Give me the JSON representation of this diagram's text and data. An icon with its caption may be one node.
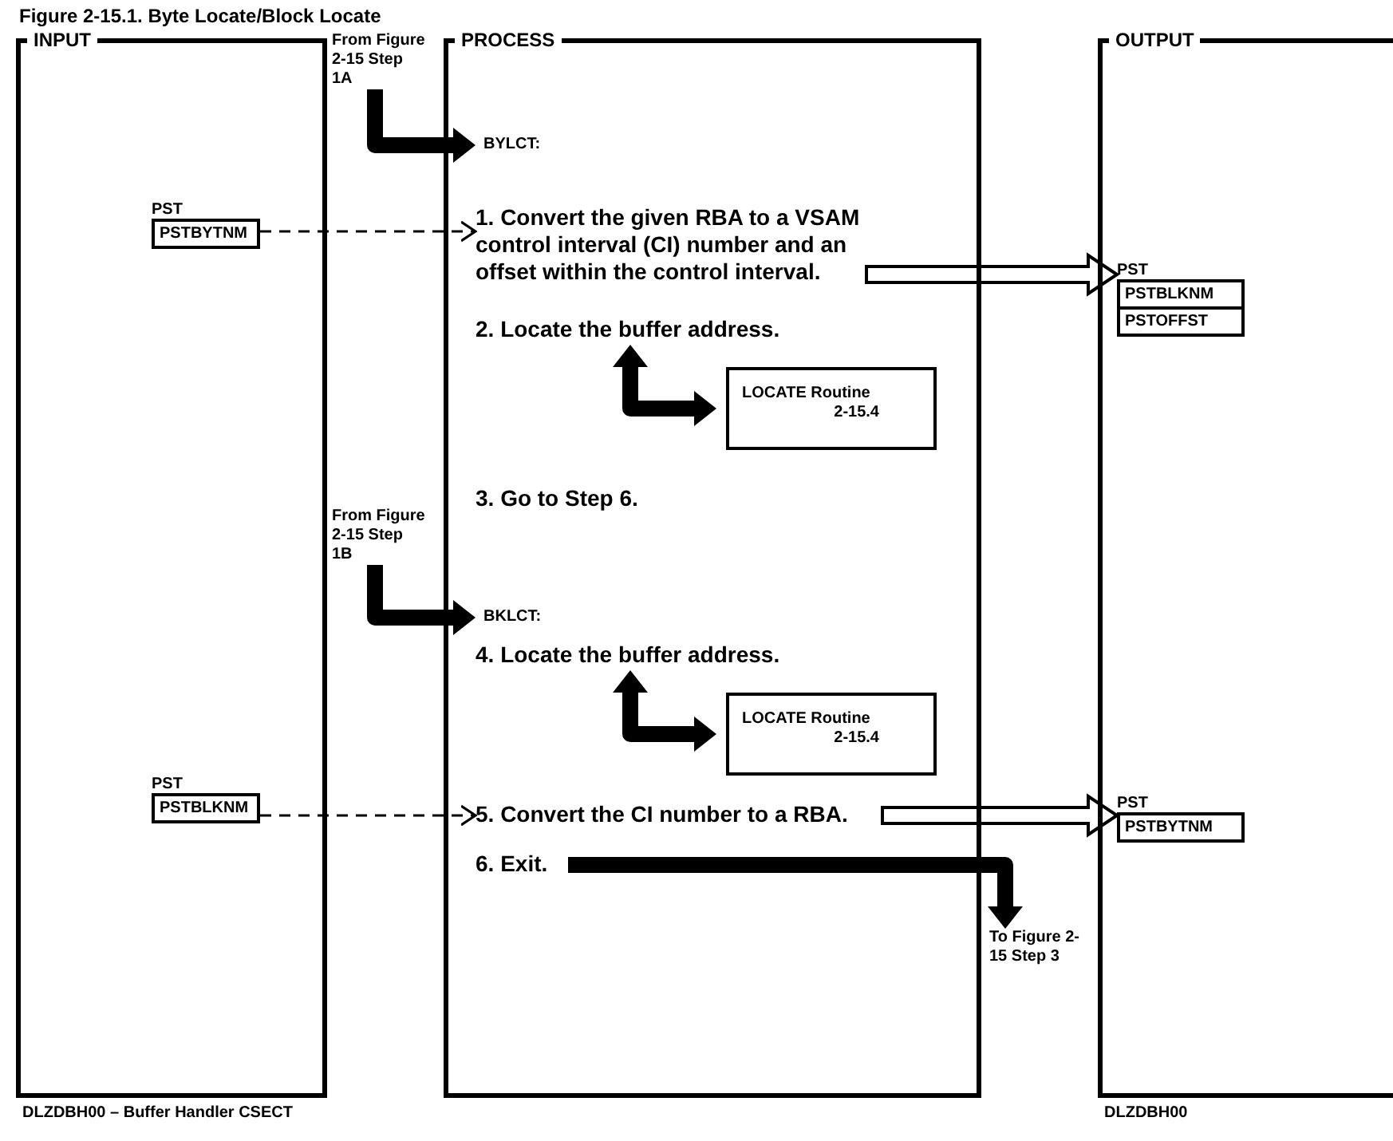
{
  "diagram": {
    "title": "Figure 2-15.1. Byte Locate/Block Locate",
    "nodes": [
      {
        "text": [
          "INPUT"
        ],
        "beside": [
          "DLZDBH00 – Buffer Handler CSECT"
        ]
      },
      {
        "text": [
          "PROCESS"
        ]
      },
      {
        "text": [
          "OUTPUT"
        ],
        "beside": [
          "DLZDBH00"
        ]
      },
      {
        "text": [
          "PST",
          "PSTBYTNM"
        ],
        "in": 0
      },
      {
        "text": [
          "PST",
          "PSTBLKNM"
        ],
        "in": 0
      },
      {
        "text": [
          "From Figure 2-15 Step 1A"
        ]
      },
      {
        "text": [
          "BYLCT:"
        ],
        "in": 1
      },
      {
        "text": [
          "1. Convert the given RBA to a VSAM control interval (CI) number and an offset within the control interval."
        ],
        "in": 1
      },
      {
        "text": [
          "2. Locate the buffer address."
        ],
        "in": 1
      },
      {
        "text": [
          "LOCATE Routine",
          "2-15.4"
        ],
        "in": 1
      },
      {
        "text": [
          "3. Go to Step 6."
        ],
        "in": 1
      },
      {
        "text": [
          "From Figure 2-15 Step 1B"
        ]
      },
      {
        "text": [
          "BKLCT:"
        ],
        "in": 1
      },
      {
        "text": [
          "4. Locate the buffer address."
        ],
        "in": 1
      },
      {
        "text": [
          "LOCATE Routine",
          "2-15.4"
        ],
        "in": 1
      },
      {
        "text": [
          "5. Convert the CI number to a RBA."
        ],
        "in": 1
      },
      {
        "text": [
          "6. Exit."
        ],
        "in": 1
      },
      {
        "text": [
          "To Figure 2-15 Step 3"
        ]
      },
      {
        "text": [
          "PST",
          "PSTBLKNM",
          "PSTOFFST"
        ],
        "in": 2
      },
      {
        "text": [
          "PST",
          "PSTBYTNM"
        ],
        "in": 2
      }
    ],
    "edges": [
      {
        "from": 5,
        "to": 6,
        "arrow": "to"
      },
      {
        "from": 3,
        "to": 7,
        "arrow": "to",
        "style": "dashed"
      },
      {
        "from": 7,
        "to": 18,
        "arrow": "to"
      },
      {
        "from": 8,
        "to": 9,
        "arrow": "both"
      },
      {
        "from": 11,
        "to": 12,
        "arrow": "to"
      },
      {
        "from": 13,
        "to": 14,
        "arrow": "both"
      },
      {
        "from": 4,
        "to": 15,
        "arrow": "to",
        "style": "dashed"
      },
      {
        "from": 15,
        "to": 19,
        "arrow": "to"
      },
      {
        "from": 16,
        "to": 17,
        "arrow": "to"
      }
    ]
  }
}
